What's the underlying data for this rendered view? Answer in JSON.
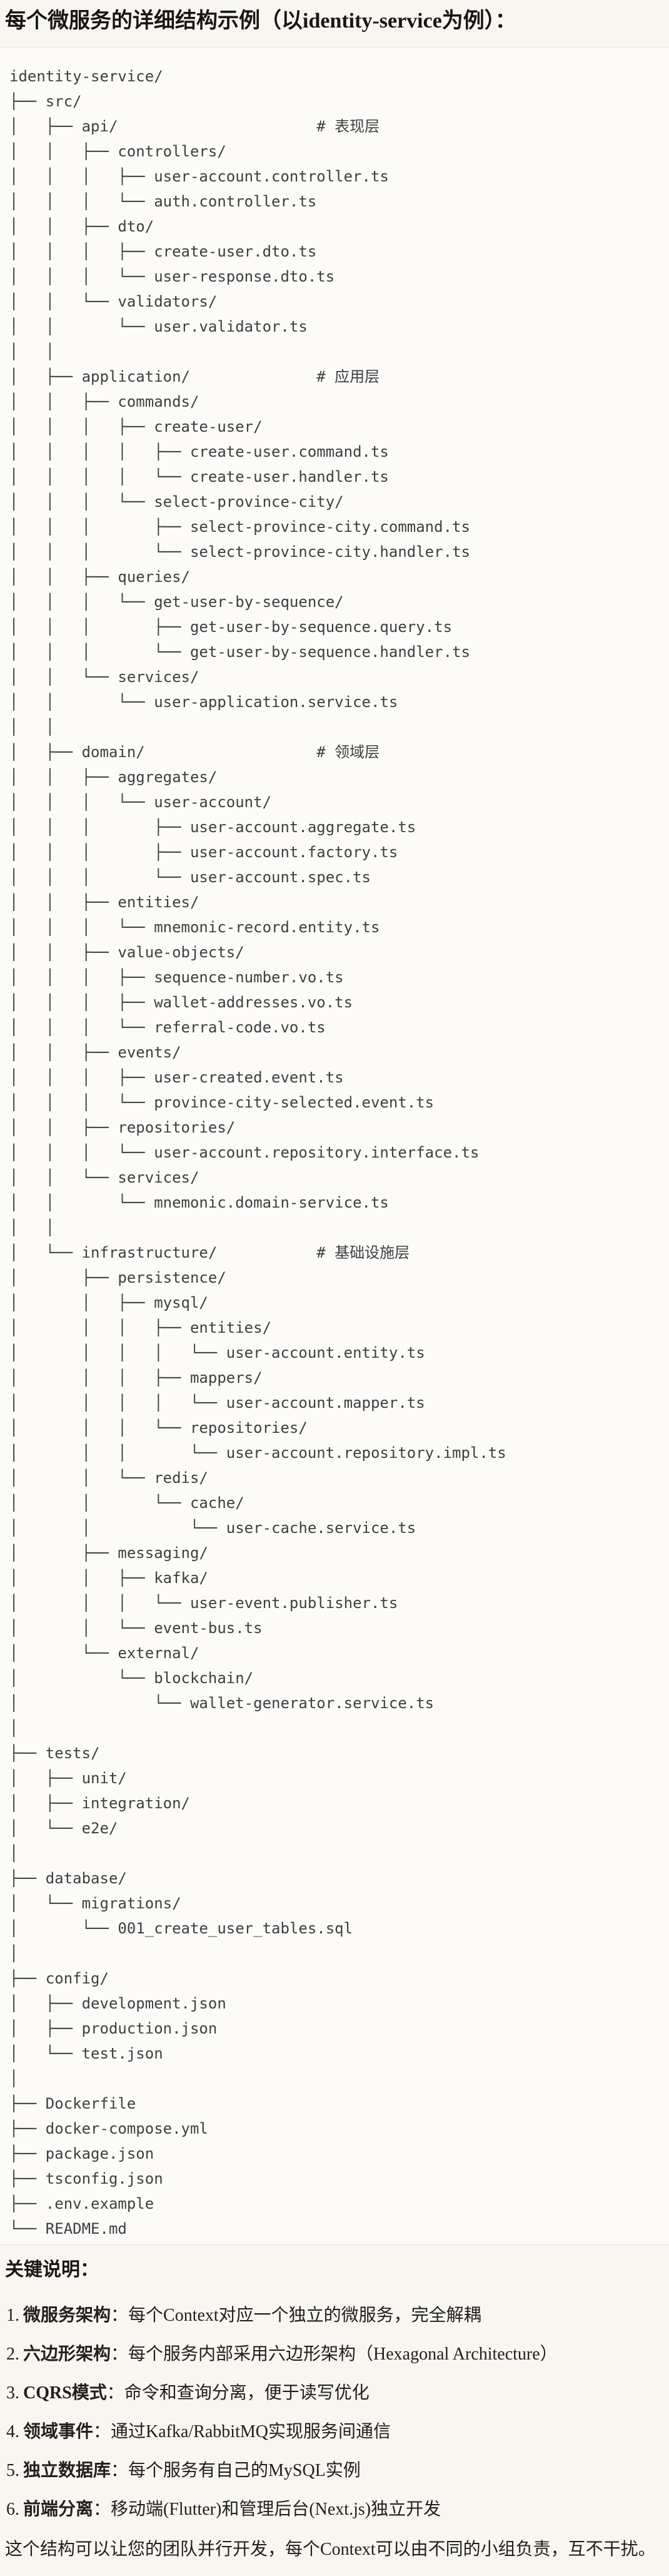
{
  "page": {
    "title": "每个微服务的详细结构示例（以identity-service为例）："
  },
  "code_block": {
    "tree_lines": [
      "identity-service/",
      "├── src/",
      "│   ├── api/                      # 表现层",
      "│   │   ├── controllers/",
      "│   │   │   ├── user-account.controller.ts",
      "│   │   │   └── auth.controller.ts",
      "│   │   ├── dto/",
      "│   │   │   ├── create-user.dto.ts",
      "│   │   │   └── user-response.dto.ts",
      "│   │   └── validators/",
      "│   │       └── user.validator.ts",
      "│   │",
      "│   ├── application/              # 应用层",
      "│   │   ├── commands/",
      "│   │   │   ├── create-user/",
      "│   │   │   │   ├── create-user.command.ts",
      "│   │   │   │   └── create-user.handler.ts",
      "│   │   │   └── select-province-city/",
      "│   │   │       ├── select-province-city.command.ts",
      "│   │   │       └── select-province-city.handler.ts",
      "│   │   ├── queries/",
      "│   │   │   └── get-user-by-sequence/",
      "│   │   │       ├── get-user-by-sequence.query.ts",
      "│   │   │       └── get-user-by-sequence.handler.ts",
      "│   │   └── services/",
      "│   │       └── user-application.service.ts",
      "│   │",
      "│   ├── domain/                   # 领域层",
      "│   │   ├── aggregates/",
      "│   │   │   └── user-account/",
      "│   │   │       ├── user-account.aggregate.ts",
      "│   │   │       ├── user-account.factory.ts",
      "│   │   │       └── user-account.spec.ts",
      "│   │   ├── entities/",
      "│   │   │   └── mnemonic-record.entity.ts",
      "│   │   ├── value-objects/",
      "│   │   │   ├── sequence-number.vo.ts",
      "│   │   │   ├── wallet-addresses.vo.ts",
      "│   │   │   └── referral-code.vo.ts",
      "│   │   ├── events/",
      "│   │   │   ├── user-created.event.ts",
      "│   │   │   └── province-city-selected.event.ts",
      "│   │   ├── repositories/",
      "│   │   │   └── user-account.repository.interface.ts",
      "│   │   └── services/",
      "│   │       └── mnemonic.domain-service.ts",
      "│   │",
      "│   └── infrastructure/           # 基础设施层",
      "│       ├── persistence/",
      "│       │   ├── mysql/",
      "│       │   │   ├── entities/",
      "│       │   │   │   └── user-account.entity.ts",
      "│       │   │   ├── mappers/",
      "│       │   │   │   └── user-account.mapper.ts",
      "│       │   │   └── repositories/",
      "│       │   │       └── user-account.repository.impl.ts",
      "│       │   └── redis/",
      "│       │       └── cache/",
      "│       │           └── user-cache.service.ts",
      "│       ├── messaging/",
      "│       │   ├── kafka/",
      "│       │   │   └── user-event.publisher.ts",
      "│       │   └── event-bus.ts",
      "│       └── external/",
      "│           └── blockchain/",
      "│               └── wallet-generator.service.ts",
      "│",
      "├── tests/",
      "│   ├── unit/",
      "│   ├── integration/",
      "│   └── e2e/",
      "│",
      "├── database/",
      "│   └── migrations/",
      "│       └── 001_create_user_tables.sql",
      "│",
      "├── config/",
      "│   ├── development.json",
      "│   ├── production.json",
      "│   └── test.json",
      "│",
      "├── Dockerfile",
      "├── docker-compose.yml",
      "├── package.json",
      "├── tsconfig.json",
      "├── .env.example",
      "└── README.md"
    ]
  },
  "notes": {
    "heading": "关键说明：",
    "items": [
      {
        "num": "1.",
        "term": "微服务架构",
        "desc": "：每个Context对应一个独立的微服务，完全解耦"
      },
      {
        "num": "2.",
        "term": "六边形架构",
        "desc": "：每个服务内部采用六边形架构（Hexagonal Architecture）"
      },
      {
        "num": "3.",
        "term": "CQRS模式",
        "desc": "：命令和查询分离，便于读写优化"
      },
      {
        "num": "4.",
        "term": "领域事件",
        "desc": "：通过Kafka/RabbitMQ实现服务间通信"
      },
      {
        "num": "5.",
        "term": "独立数据库",
        "desc": "：每个服务有自己的MySQL实例"
      },
      {
        "num": "6.",
        "term": "前端分离",
        "desc": "：移动端(Flutter)和管理后台(Next.js)独立开发"
      }
    ],
    "footer": "这个结构可以让您的团队并行开发，每个Context可以由不同的小组负责，互不干扰。"
  }
}
